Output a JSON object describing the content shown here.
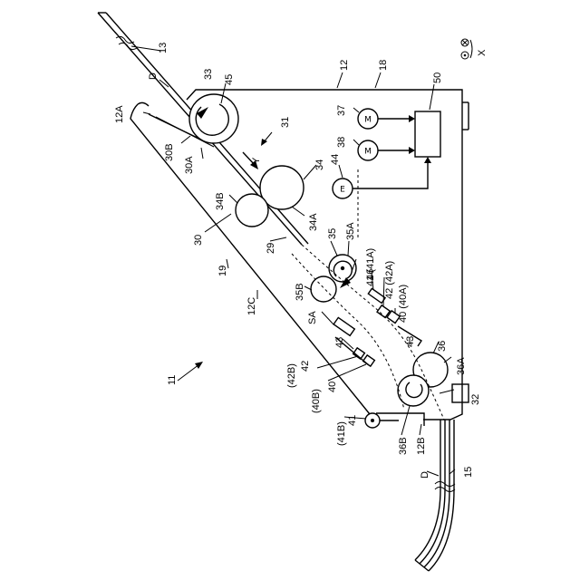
{
  "labels": {
    "l13": "13",
    "l12": "12",
    "l18": "18",
    "l50": "50",
    "lD_top": "D",
    "l33": "33",
    "l45": "45",
    "l12A": "12A",
    "l31": "31",
    "l37": "37",
    "l38": "38",
    "l30B": "30B",
    "l30A": "30A",
    "lY": "Y",
    "l34": "34",
    "l44": "44",
    "l34B": "34B",
    "l34A": "34A",
    "l30": "30",
    "l29": "29",
    "l35": "35",
    "l35A": "35A",
    "l41_41A": "41 (41A)",
    "l46": "46",
    "l42_42A": "42 (42A)",
    "l19": "19",
    "l35B": "35B",
    "l40_40A": "40 (40A)",
    "l12C": "12C",
    "lSA": "SA",
    "l43_right": "43",
    "l36": "36",
    "l11": "11",
    "l43_left": "43",
    "l36A": "36A",
    "l42B": "(42B)",
    "l42": "42",
    "l40B": "(40B)",
    "l40": "40",
    "l32": "32",
    "l41B": "(41B)",
    "l41": "41",
    "l36B": "36B",
    "l12B": "12B",
    "lD_bottom": "D",
    "l15": "15",
    "lX": "X",
    "motor_a": "M",
    "motor_b": "M",
    "encoder": "E"
  }
}
